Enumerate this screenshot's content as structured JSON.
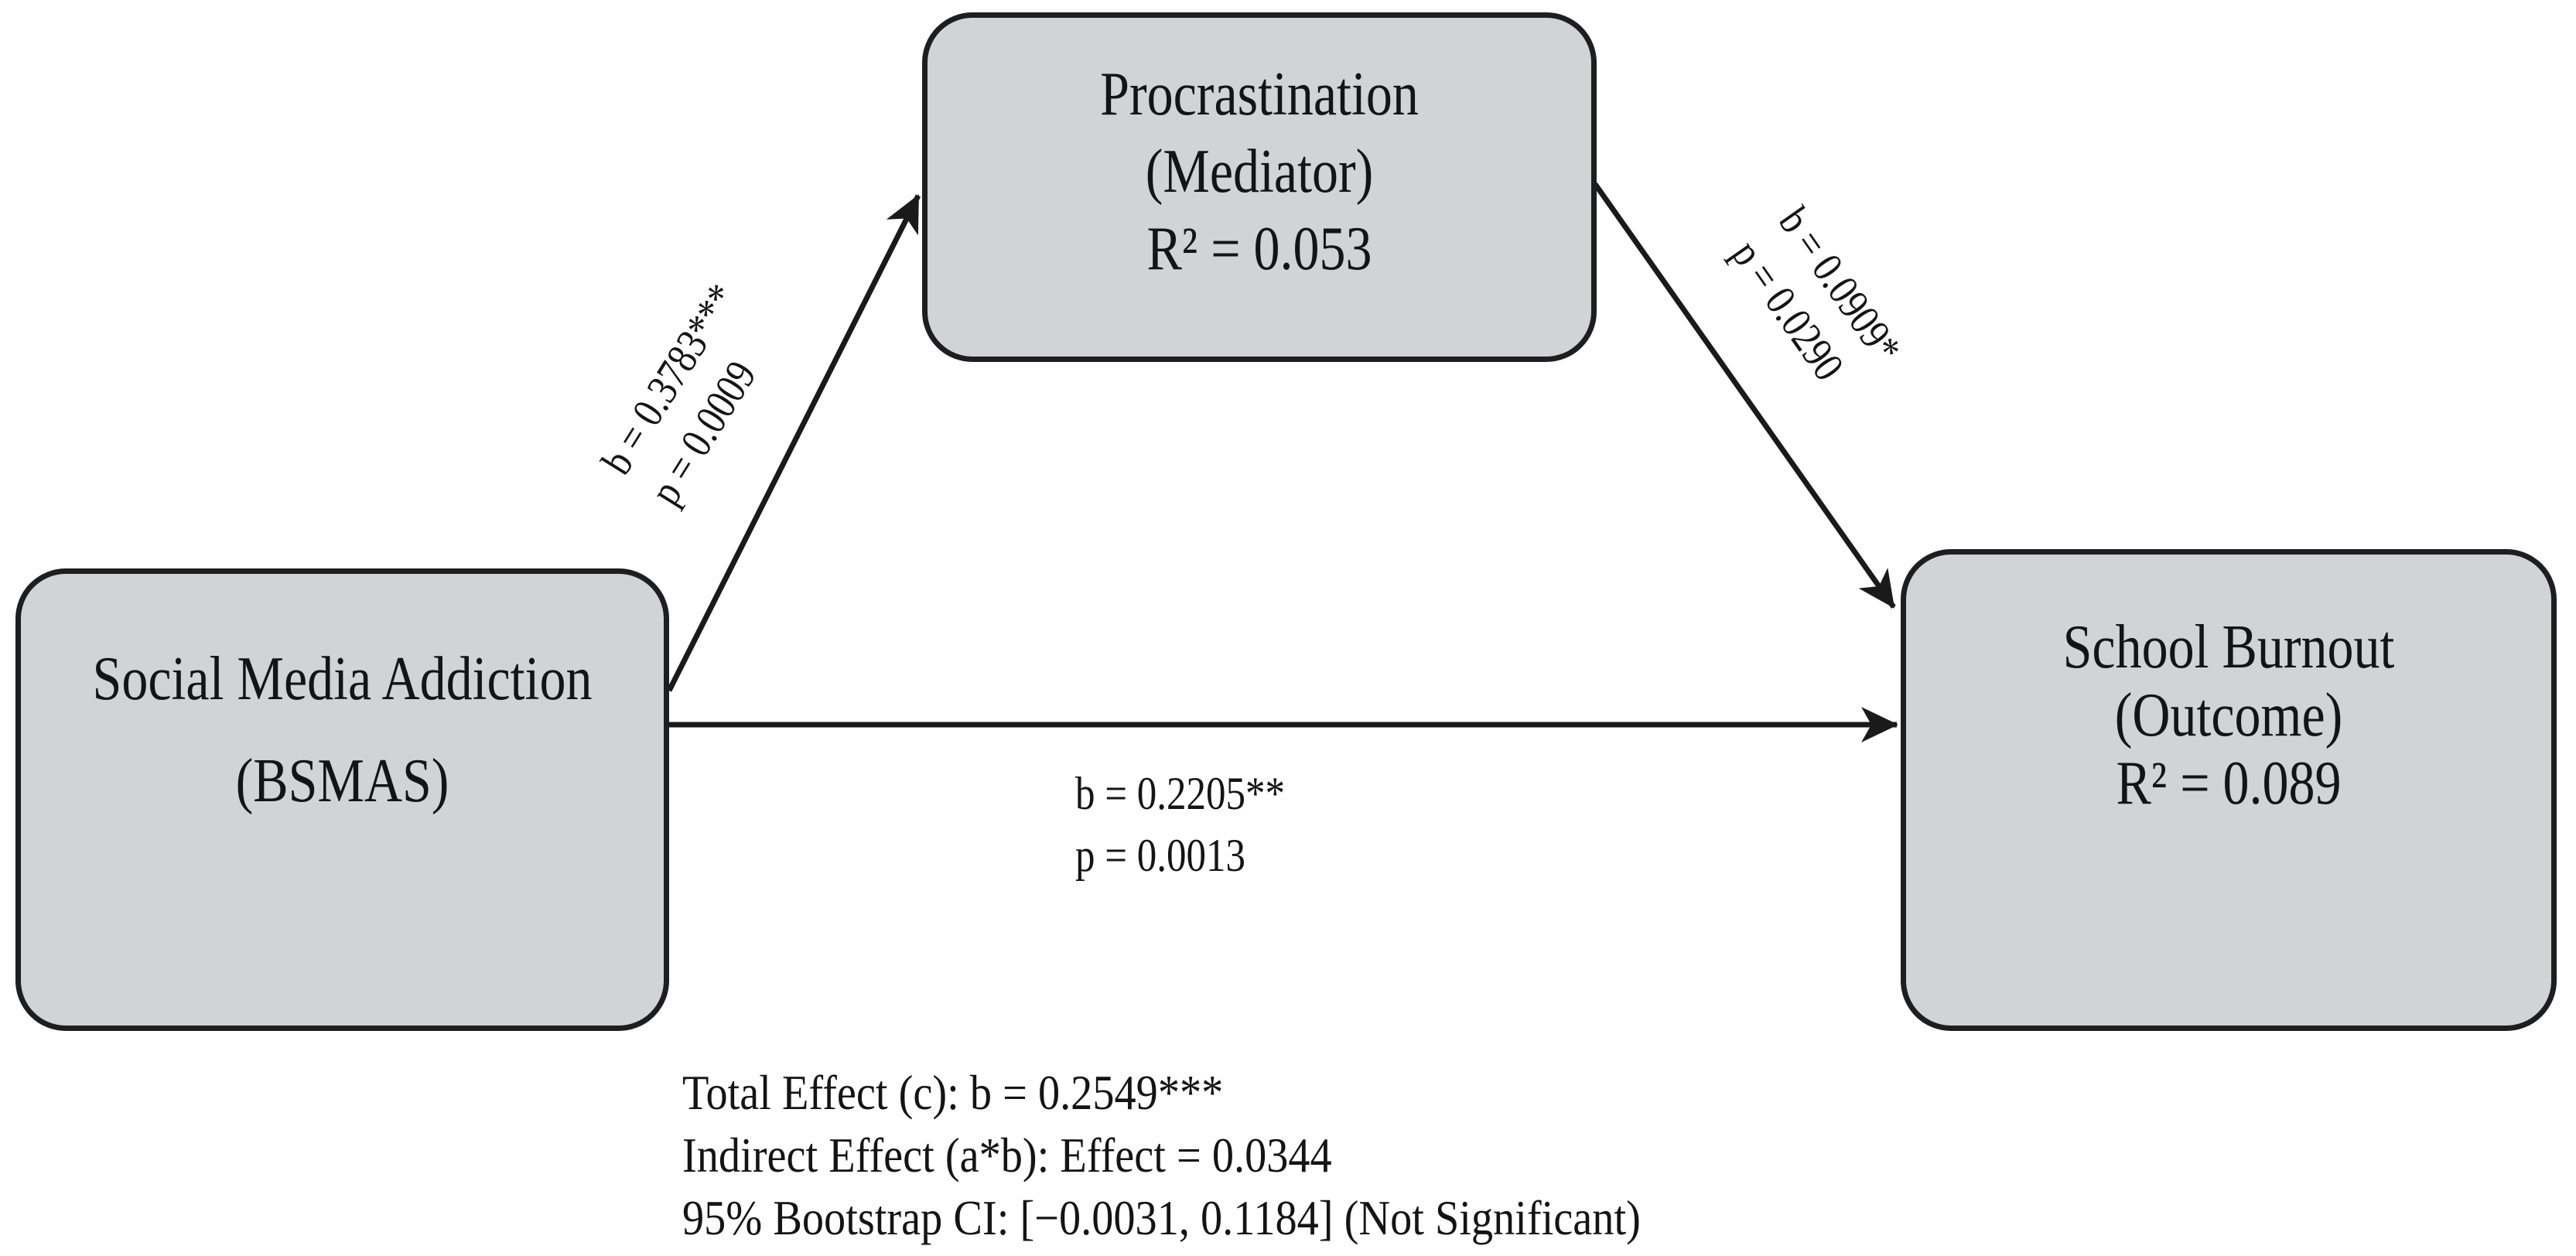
{
  "nodes": {
    "predictor": {
      "title": "Social Media Addiction",
      "subtitle": "(BSMAS)"
    },
    "mediator": {
      "title": "Procrastination",
      "subtitle": "(Mediator)",
      "r_squared": "R² = 0.053"
    },
    "outcome": {
      "title": "School Burnout",
      "subtitle": "(Outcome)",
      "r_squared": "R² = 0.089"
    }
  },
  "paths": {
    "a": {
      "coefficient": "b = 0.3783***",
      "p_value": "p = 0.0009"
    },
    "b": {
      "coefficient": "b = 0.0909*",
      "p_value": "p = 0.0290"
    },
    "c_prime": {
      "coefficient": "b = 0.2205**",
      "p_value": "p = 0.0013"
    }
  },
  "summary": {
    "total_effect": "Total Effect (c): b = 0.2549***",
    "indirect_effect": "Indirect Effect (a*b): Effect = 0.0344",
    "bootstrap_ci": "95% Bootstrap CI: [−0.0031, 0.1184] (Not Significant)"
  },
  "colors": {
    "node_fill": "#d2d3d5",
    "node_border": "#1e1e20",
    "arrow": "#1a1a1a",
    "text": "#141414",
    "background": "#ffffff"
  }
}
